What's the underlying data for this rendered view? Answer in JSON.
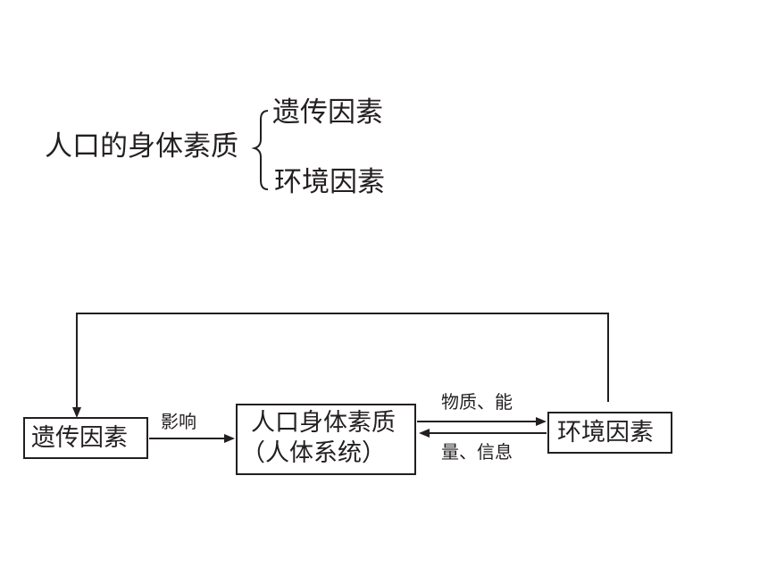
{
  "classification": {
    "main": "人口的身体素质",
    "branches": [
      "遗传因素",
      "环境因素"
    ]
  },
  "diagram": {
    "genetic_box": "遗传因素",
    "influence_label": "影响",
    "center_box_line1": "人口身体素质",
    "center_box_line2": "（人体系统）",
    "arrow_top_label": "物质、能",
    "arrow_bottom_label": "量、信息",
    "env_box": "环境因素"
  },
  "colors": {
    "ink": "#231f20",
    "background": "#ffffff"
  }
}
